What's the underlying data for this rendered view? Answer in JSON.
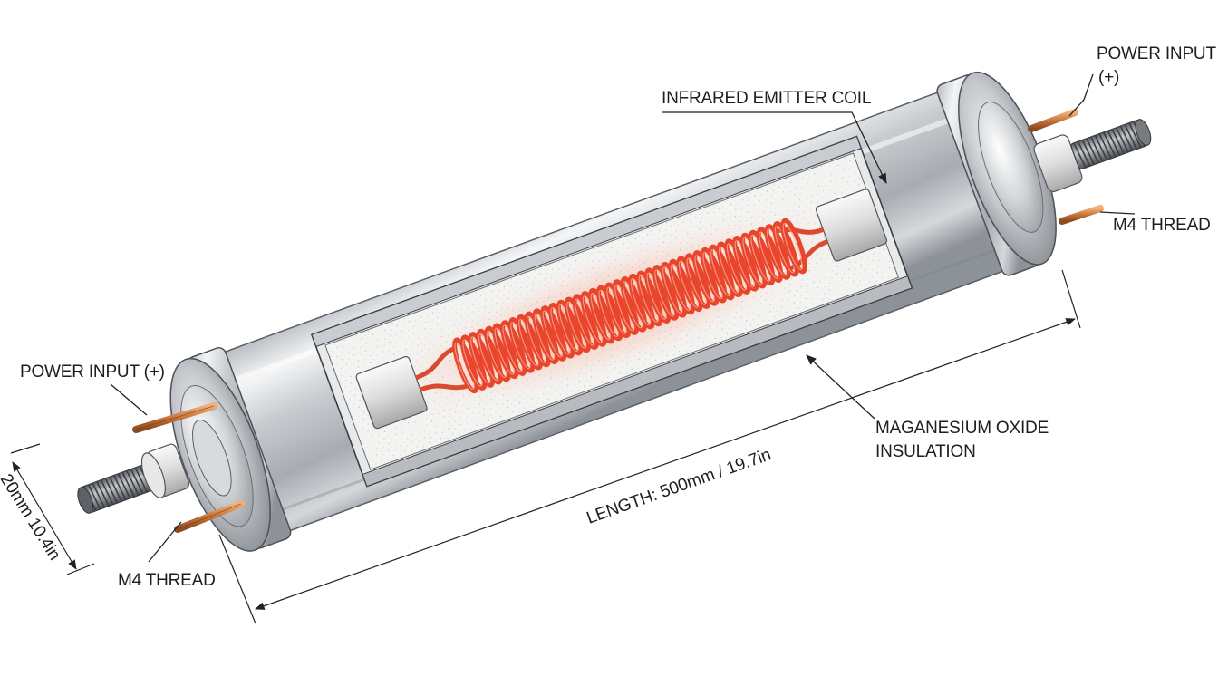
{
  "labels": {
    "power_input_right_line1": "POWER INPUT",
    "power_input_right_line2": "(+)",
    "infrared_emitter_coil": "INFRARED EMITTER COIL",
    "m4_thread_right": "M4 THREAD",
    "power_input_left": "POWER INPUT (+)",
    "insulation_line1": "MAGANESIUM OXIDE",
    "insulation_line2": "INSULATION",
    "m4_thread_left": "M4 THREAD",
    "length_dimension": "LENGTH: 500mm / 19.7in",
    "diameter_dimension": "20mm 10.4in"
  },
  "colors": {
    "coil": "#e8452c",
    "coil_glow": "#ff8a6a",
    "steel_light": "#eef0f2",
    "steel_dark": "#8b9097",
    "copper": "#c8743a",
    "insulation": "#f2f2f0"
  }
}
